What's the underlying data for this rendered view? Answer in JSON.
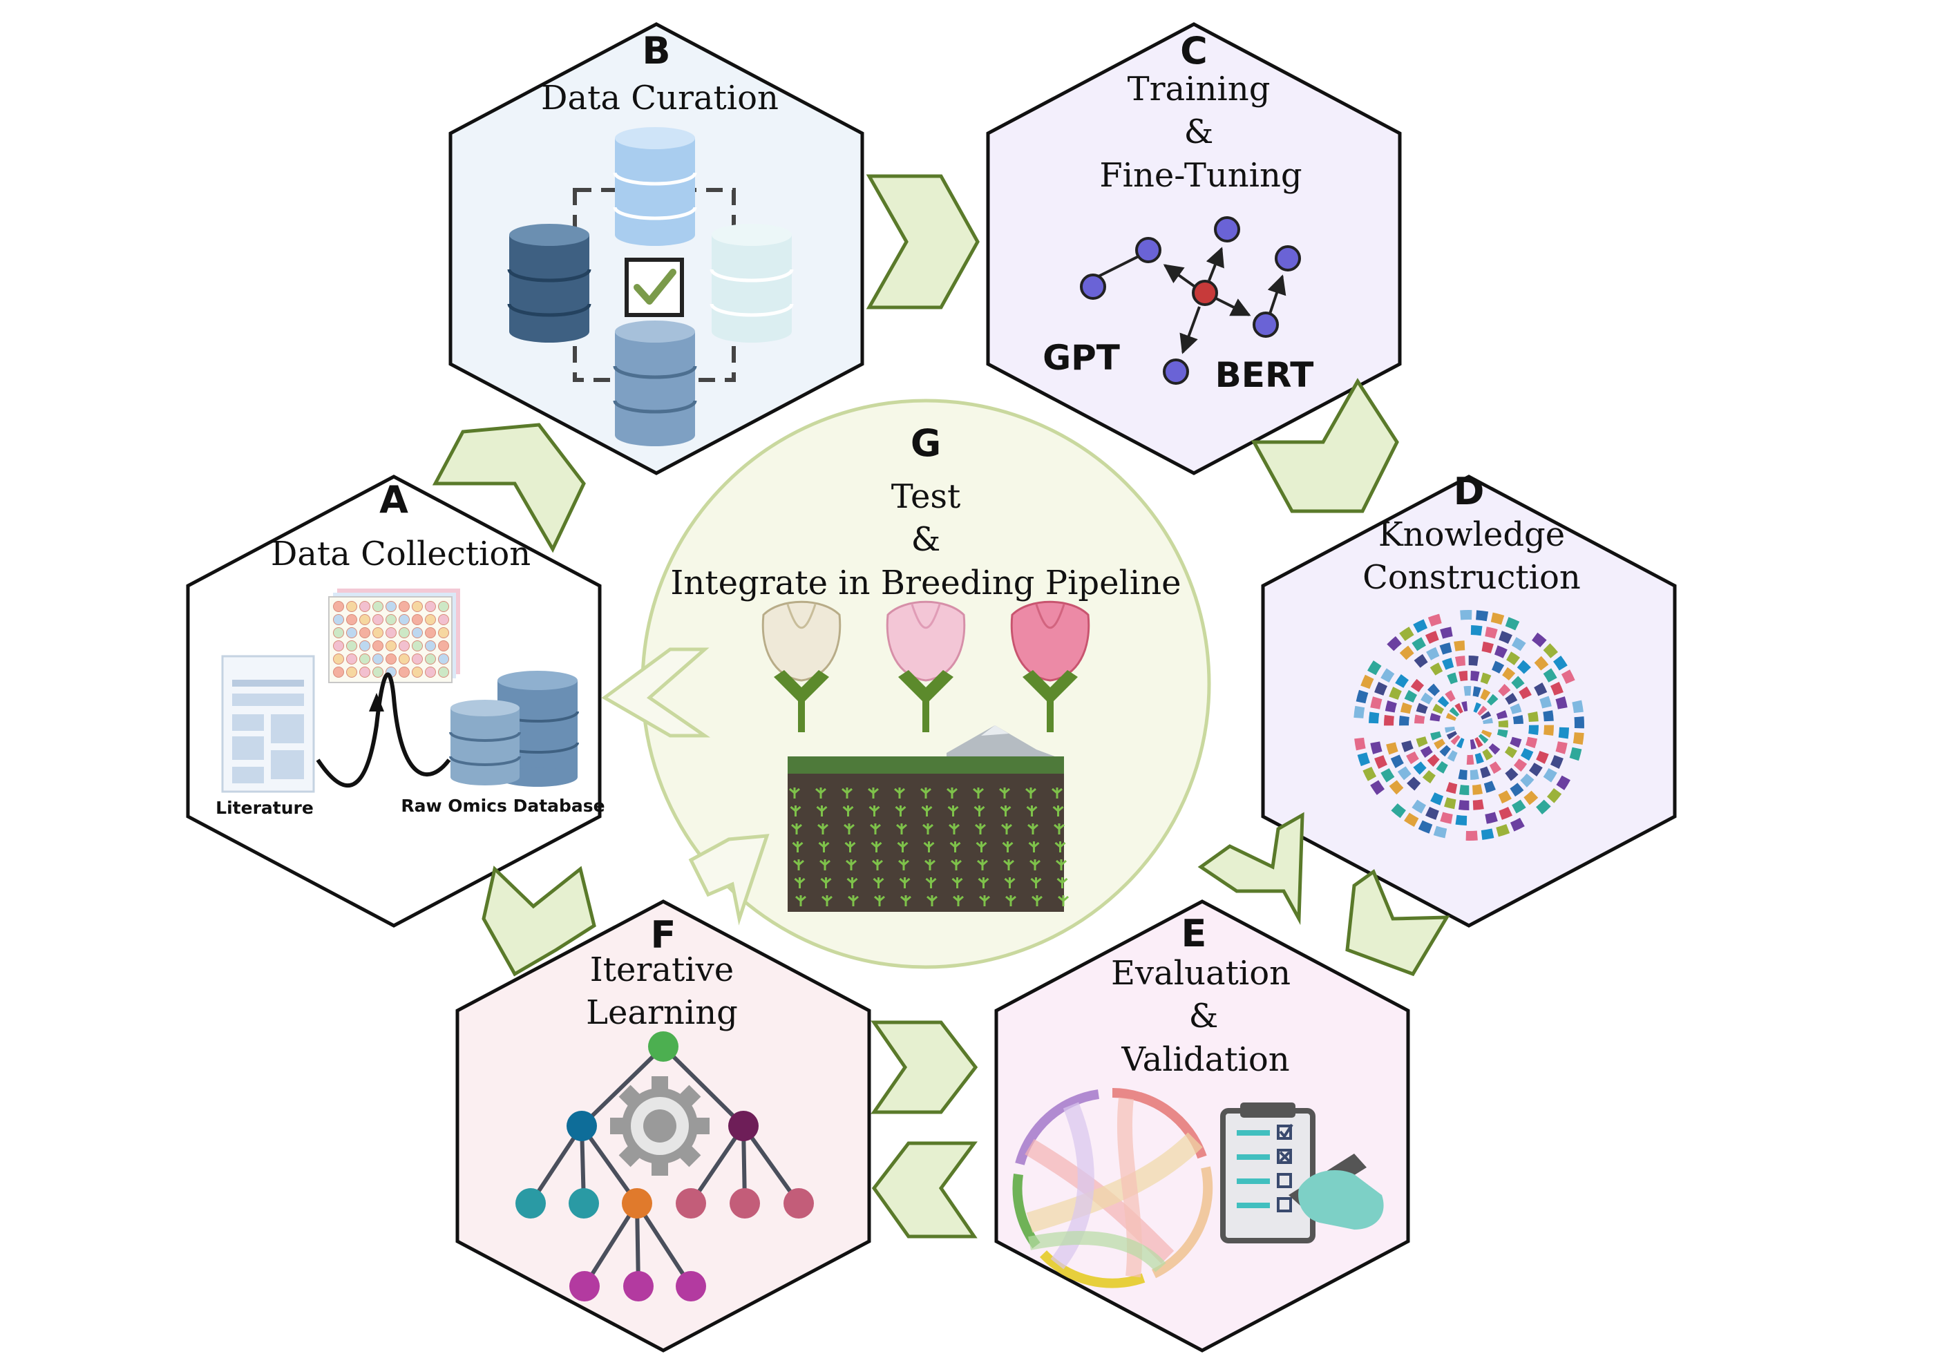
{
  "center": {
    "letter": "G",
    "title_line1": "Test",
    "title_line2": "&",
    "title_line3": "Integrate in Breeding Pipeline"
  },
  "panels": {
    "a": {
      "letter": "A",
      "title_line1": "Data Collection",
      "label_literature": "Literature",
      "label_database": "Raw Omics Database"
    },
    "b": {
      "letter": "B",
      "title_line1": "Data Curation"
    },
    "c": {
      "letter": "C",
      "title_line1": "Training",
      "title_line2": "&",
      "title_line3": "Fine-Tuning",
      "model_gpt": "GPT",
      "model_bert": "BERT"
    },
    "d": {
      "letter": "D",
      "title_line1": "Knowledge",
      "title_line2": "Construction"
    },
    "e": {
      "letter": "E",
      "title_line1": "Evaluation",
      "title_line2": "&",
      "title_line3": "Validation"
    },
    "f": {
      "letter": "F",
      "title_line1": "Iterative",
      "title_line2": "Learning"
    }
  },
  "colors": {
    "arrow_fill": "#e6f0d0",
    "arrow_stroke": "#5a7a2a",
    "center_fill": "#f6f8e8",
    "center_stroke": "#c9d89e",
    "panel_b_fill": "#eef4fa",
    "panel_c_fill": "#f3effc",
    "panel_d_fill": "#f3effc",
    "panel_e_fill": "#fbeef8",
    "panel_f_fill": "#fbeff1",
    "panel_a_fill": "#ffffff"
  }
}
